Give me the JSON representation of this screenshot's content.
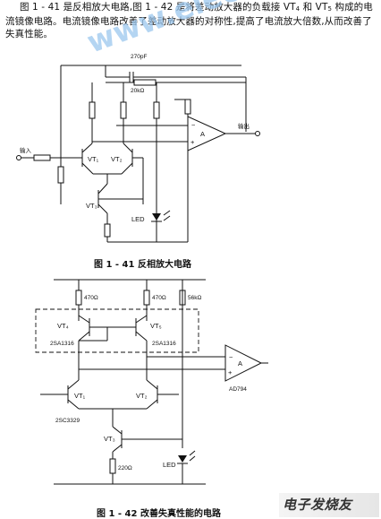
{
  "intro": {
    "p1": "图 1 - 41 是反相放大电路,图 1 - 42 是将差动放大器的负载接 VT",
    "s1": "4",
    "p2": " 和 VT",
    "s2": "5",
    "p3": " 构成的电流镜像电路。电流镜像电路改善了差动放大器的对称性,提高了电流放大倍数,从而改善了失真性能。"
  },
  "watermark": "www.elecfans.com",
  "fig41": {
    "caption": "图 1 - 41    反相放大电路",
    "cap": "270pF",
    "r_feedback": "20kΩ",
    "input": "输入",
    "output": "输出",
    "opamp": "A",
    "minus": "−",
    "plus": "+",
    "vt1": "VT₁",
    "vt2": "VT₂",
    "vt3": "VT₃",
    "led": "LED"
  },
  "fig42": {
    "caption": "图 1 - 42    改善失真性能的电路",
    "r1": "470Ω",
    "r2": "470Ω",
    "r3": "56kΩ",
    "r4": "220Ω",
    "vt4": "VT₄",
    "vt5": "VT₅",
    "vt1": "VT₁",
    "vt2": "VT₂",
    "vt3": "VT₃",
    "pnp_part_left": "2SA1316",
    "pnp_part_right": "2SA1316",
    "npn_part": "2SC3329",
    "opamp": "A",
    "opamp_part": "AD794",
    "minus": "−",
    "plus": "+",
    "led": "LED"
  },
  "logo": "电子发烧友"
}
